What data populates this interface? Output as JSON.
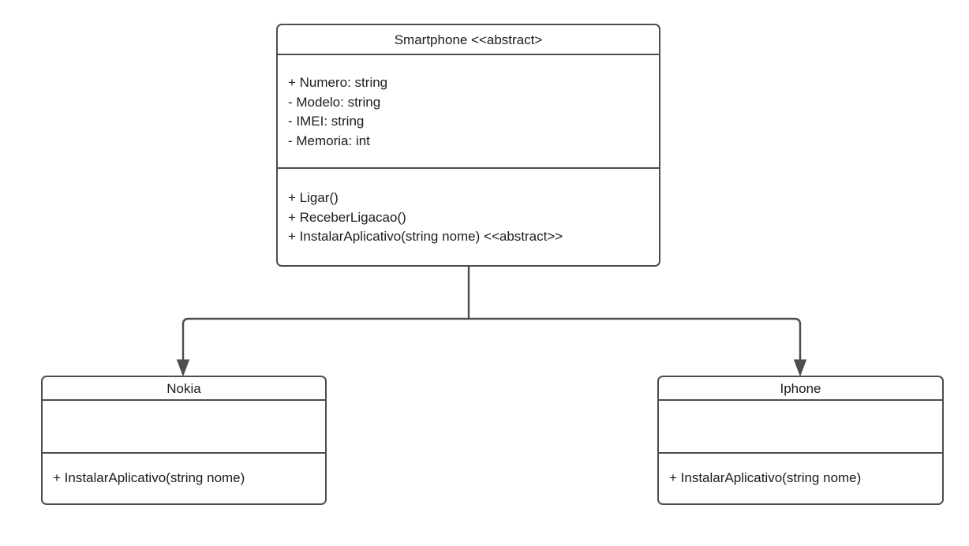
{
  "diagram": {
    "kind": "uml-class-diagram",
    "background_color": "#ffffff",
    "line_color": "#4d4d4d",
    "text_color": "#1c1c1c",
    "classes": {
      "smartphone": {
        "name": "Smartphone <<abstract>",
        "attributes": [
          "+ Numero: string",
          "- Modelo: string",
          "- IMEI: string",
          "- Memoria: int"
        ],
        "operations": [
          "+ Ligar()",
          "+ ReceberLigacao()",
          "+ InstalarAplicativo(string nome) <<abstract>>"
        ]
      },
      "nokia": {
        "name": "Nokia",
        "attributes": [],
        "operations": [
          "+ InstalarAplicativo(string nome)"
        ]
      },
      "iphone": {
        "name": "Iphone",
        "attributes": [],
        "operations": [
          "+ InstalarAplicativo(string nome)"
        ]
      }
    },
    "relationships": [
      {
        "type": "generalization",
        "from": "nokia",
        "to": "smartphone",
        "arrow": "filled-triangle"
      },
      {
        "type": "generalization",
        "from": "iphone",
        "to": "smartphone",
        "arrow": "filled-triangle"
      }
    ]
  }
}
